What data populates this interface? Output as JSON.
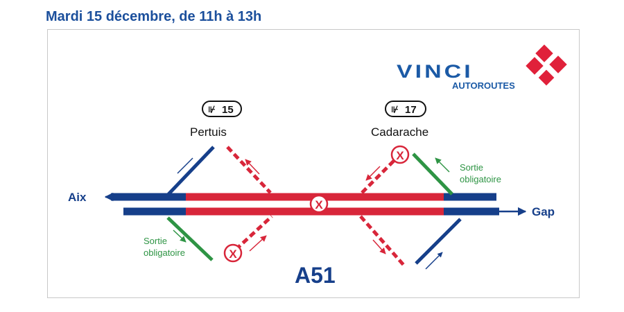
{
  "header": {
    "title": "Mardi 15 décembre, de 11h à 13h"
  },
  "logo": {
    "brand": "VINCI",
    "subtitle": "AUTOROUTES",
    "brand_color": "#1b5aa6",
    "accent_color": "#e0213a"
  },
  "road": {
    "name": "A51",
    "color": "#163f8a",
    "closed_color": "#d8263a"
  },
  "directions": {
    "west": "Aix",
    "east": "Gap"
  },
  "exits": [
    {
      "number": "15",
      "name": "Pertuis"
    },
    {
      "number": "17",
      "name": "Cadarache"
    }
  ],
  "notes": {
    "mandatory_exit": [
      "Sortie",
      "obligatoire"
    ],
    "mandatory_color": "#2e9444"
  }
}
